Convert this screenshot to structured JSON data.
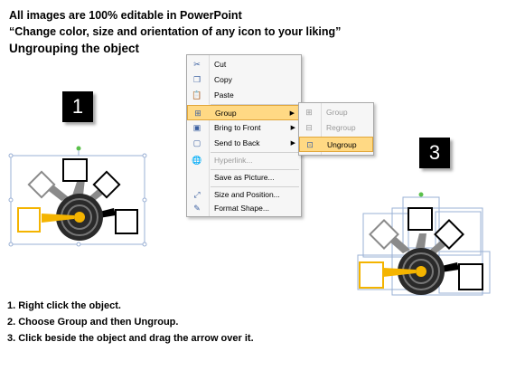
{
  "header": {
    "line1": "All images are 100% editable in PowerPoint",
    "line2": "“Change color, size and orientation of any icon to your liking”",
    "line3": "Ungrouping the object"
  },
  "steps": [
    "1",
    "2",
    "3"
  ],
  "context_menu": {
    "items": [
      {
        "label": "Cut",
        "icon": "scissors-icon"
      },
      {
        "label": "Copy",
        "icon": "copy-icon"
      },
      {
        "label": "Paste",
        "icon": "paste-icon"
      },
      {
        "label": "Group",
        "icon": "group-icon"
      },
      {
        "label": "Bring to Front",
        "icon": "bring-to-front-icon"
      },
      {
        "label": "Send to Back",
        "icon": "send-to-back-icon"
      },
      {
        "label": "Hyperlink...",
        "icon": "hyperlink-icon"
      },
      {
        "label": "Save as Picture...",
        "icon": ""
      },
      {
        "label": "Size and Position...",
        "icon": "size-position-icon"
      },
      {
        "label": "Format Shape...",
        "icon": "format-shape-icon"
      }
    ]
  },
  "submenu": {
    "items": [
      {
        "label": "Group",
        "icon": "group-icon"
      },
      {
        "label": "Regroup",
        "icon": "regroup-icon"
      },
      {
        "label": "Ungroup",
        "icon": "ungroup-icon"
      }
    ]
  },
  "instructions": [
    "1.   Right click the object.",
    "2.   Choose Group and then Ungroup.",
    "3.   Click beside the object and drag the arrow over it."
  ],
  "colors": {
    "accent": "#f4b400",
    "highlight": "#ffd984",
    "selection": "#9ab0d4"
  }
}
